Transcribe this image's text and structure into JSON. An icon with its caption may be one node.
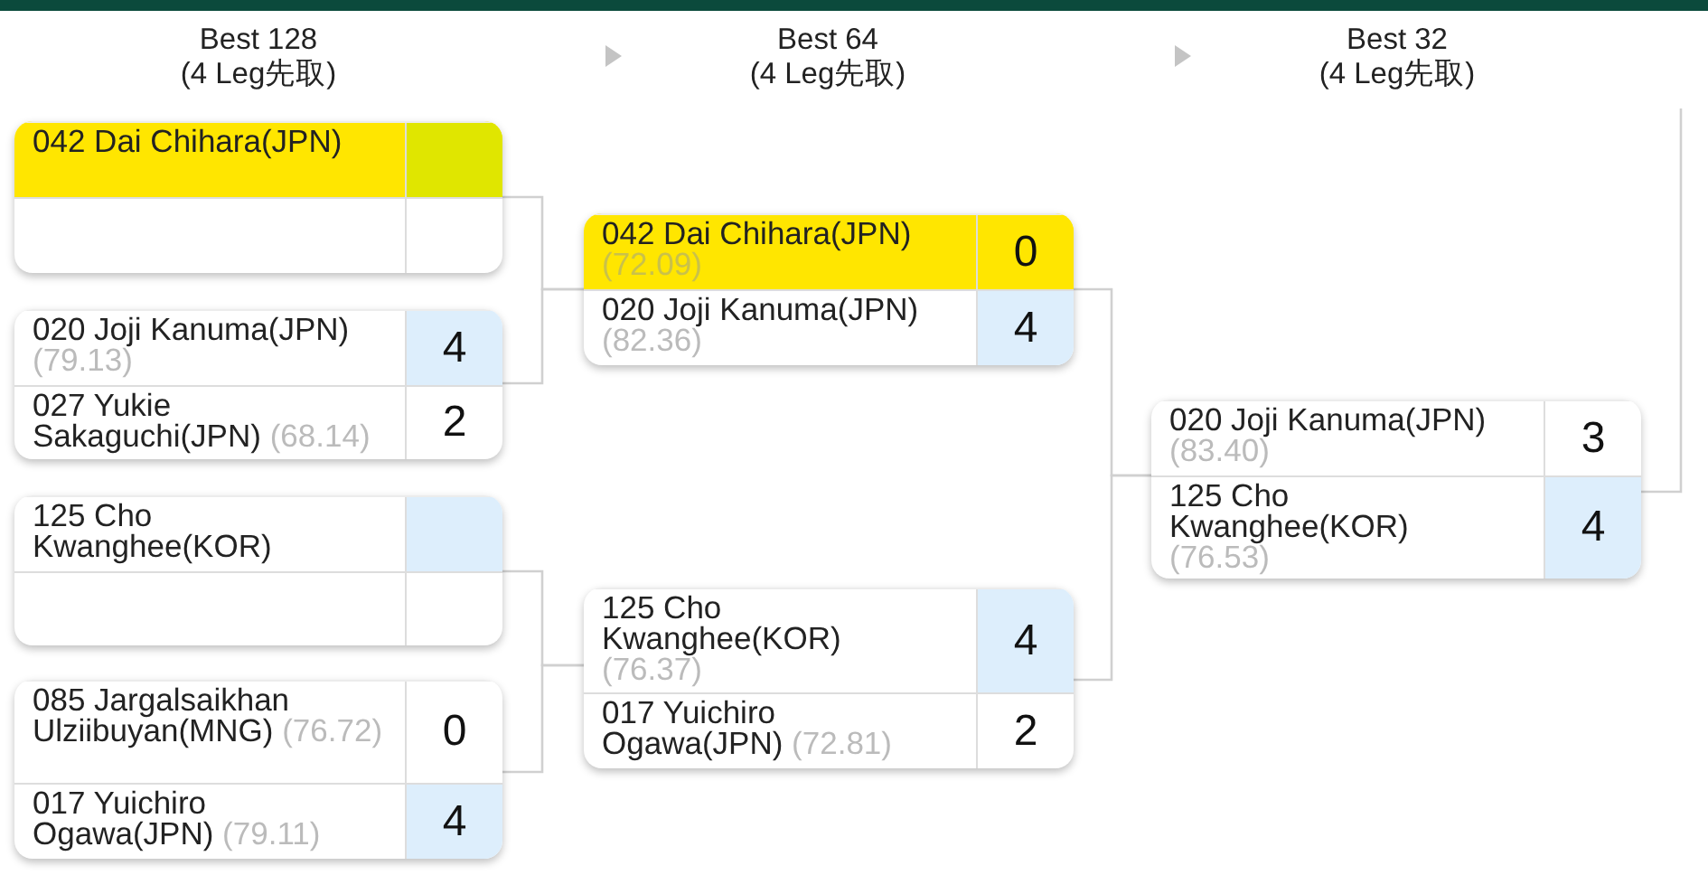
{
  "diagram": {
    "nodes": [
      {
        "text": [],
        "shape": "box"
      },
      {
        "text": [
          "042 Dai Chihara(JPN)"
        ],
        "in": 0
      },
      {
        "text": [],
        "shape": "box",
        "in": 1
      },
      {
        "text": [],
        "shape": "box",
        "in": 0
      },
      {
        "text": [],
        "shape": "box",
        "in": 3
      },
      {
        "text": [],
        "shape": "box"
      },
      {
        "text": [
          "020 Joji Kanuma(JPN)",
          "(79.13)"
        ],
        "in": 5
      },
      {
        "text": [
          "4"
        ],
        "in": 6
      },
      {
        "text": [
          "027 Yukie Sakaguchi(JPN)",
          "(68.14)"
        ],
        "in": 5
      },
      {
        "text": [
          "2"
        ],
        "in": 8
      },
      {
        "text": [],
        "shape": "box"
      },
      {
        "text": [
          "125 Cho Kwanghee(KOR)"
        ],
        "in": 10
      },
      {
        "text": [],
        "shape": "box",
        "in": 11
      },
      {
        "text": [],
        "shape": "box",
        "in": 10
      },
      {
        "text": [],
        "shape": "box",
        "in": 13
      },
      {
        "text": [],
        "shape": "box"
      },
      {
        "text": [
          "085 Jargalsaikhan Ulziibuyan(MNG)",
          "(76.72)"
        ],
        "in": 15
      },
      {
        "text": [
          "0"
        ],
        "in": 16
      },
      {
        "text": [
          "017 Yuichiro Ogawa(JPN)",
          "(79.11)"
        ],
        "in": 15
      },
      {
        "text": [
          "4"
        ],
        "in": 18
      },
      {
        "text": [],
        "shape": "box"
      },
      {
        "text": [
          "042 Dai Chihara(JPN)",
          "(72.09)"
        ],
        "in": 20
      },
      {
        "text": [
          "0"
        ],
        "in": 21
      },
      {
        "text": [
          "020 Joji Kanuma(JPN)",
          "(82.36)"
        ],
        "in": 20
      },
      {
        "text": [
          "4"
        ],
        "in": 23
      },
      {
        "text": [],
        "shape": "box"
      },
      {
        "text": [
          "125 Cho Kwanghee(KOR)",
          "(76.37)"
        ],
        "in": 25
      },
      {
        "text": [
          "4"
        ],
        "in": 26
      },
      {
        "text": [
          "017 Yuichiro Ogawa(JPN)",
          "(72.81)"
        ],
        "in": 25
      },
      {
        "text": [
          "2"
        ],
        "in": 28
      },
      {
        "text": [],
        "shape": "box"
      },
      {
        "text": [
          "020 Joji Kanuma(JPN)",
          "(83.40)"
        ],
        "in": 30
      },
      {
        "text": [
          "3"
        ],
        "in": 31
      },
      {
        "text": [
          "125 Cho Kwanghee(KOR)",
          "(76.53)"
        ],
        "in": 30
      },
      {
        "text": [
          "4"
        ],
        "in": 33
      }
    ],
    "edges": [
      {
        "from": 0,
        "to": 20,
        "arrow": "none"
      },
      {
        "from": 5,
        "to": 20,
        "arrow": "none"
      },
      {
        "from": 10,
        "to": 25,
        "arrow": "none"
      },
      {
        "from": 15,
        "to": 25,
        "arrow": "none"
      },
      {
        "from": 20,
        "to": 30,
        "arrow": "none"
      },
      {
        "from": 25,
        "to": 30,
        "arrow": "none"
      },
      {
        "from": 30,
        "to": null,
        "arrow": "none"
      }
    ],
    "labels": [
      "Best 128",
      "(4 Leg先取)",
      "Best 64",
      "(4 Leg先取)",
      "Best 32",
      "(4 Leg先取)"
    ]
  }
}
